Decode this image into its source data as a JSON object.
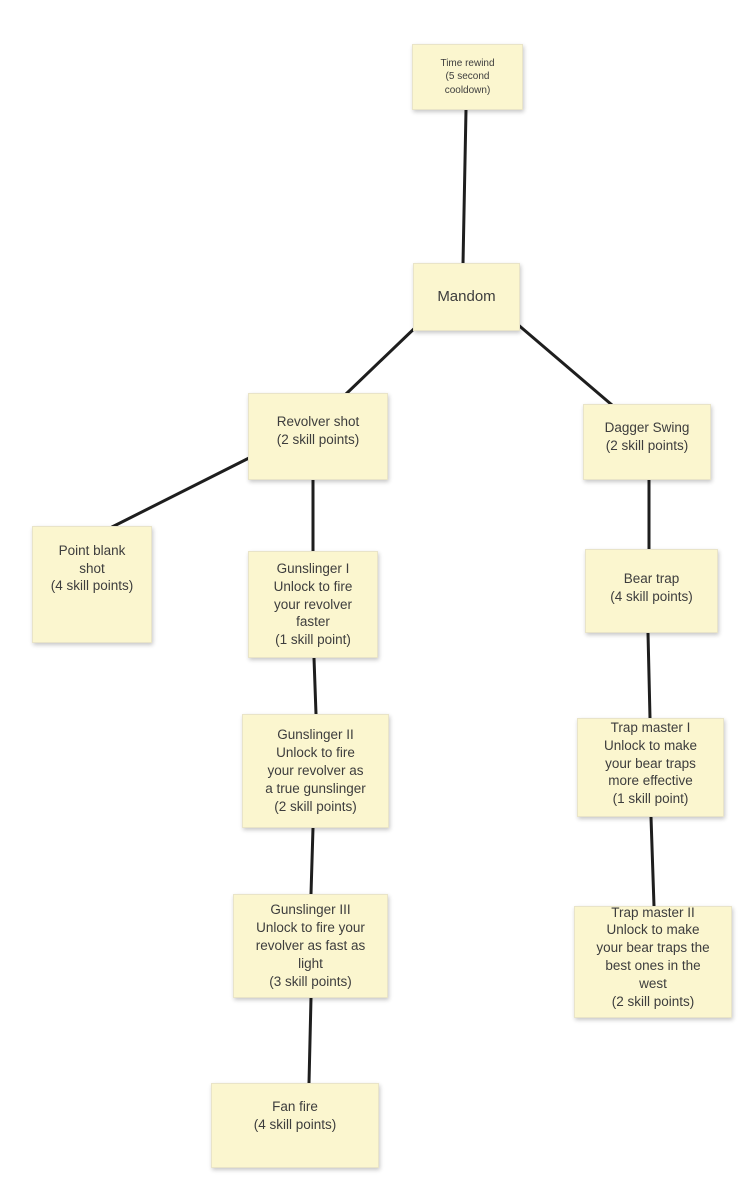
{
  "colors": {
    "background": "#ffffff",
    "node_fill": "#fbf6cf",
    "node_border": "#e9e4c8",
    "edge": "#1e1e1e",
    "text": "#3d3d3d"
  },
  "nodes": {
    "time_rewind": {
      "text": "Time rewind\n(5 second\ncooldown)"
    },
    "mandom": {
      "text": "Mandom"
    },
    "revolver_shot": {
      "text": "Revolver shot\n(2 skill points)"
    },
    "dagger_swing": {
      "text": "Dagger Swing\n(2 skill points)"
    },
    "point_blank": {
      "text": "Point blank\nshot\n(4 skill points)"
    },
    "gunslinger_1": {
      "text": "Gunslinger I\nUnlock to fire\nyour revolver\nfaster\n(1 skill point)"
    },
    "bear_trap": {
      "text": "Bear trap\n(4 skill points)"
    },
    "gunslinger_2": {
      "text": "Gunslinger II\nUnlock to fire\nyour revolver as\na true gunslinger\n(2 skill points)"
    },
    "trap_master_1": {
      "text": "Trap master I\nUnlock to make\nyour bear traps\nmore effective\n(1 skill point)"
    },
    "gunslinger_3": {
      "text": "Gunslinger III\nUnlock to fire your\nrevolver as fast as\nlight\n(3 skill points)"
    },
    "trap_master_2": {
      "text": "Trap master II\nUnlock to make\nyour bear traps the\nbest ones in the\nwest\n(2 skill points)"
    },
    "fan_fire": {
      "text": "Fan fire\n(4 skill points)"
    }
  },
  "edges": [
    {
      "from": "time_rewind",
      "to": "mandom"
    },
    {
      "from": "mandom",
      "to": "revolver_shot"
    },
    {
      "from": "mandom",
      "to": "dagger_swing"
    },
    {
      "from": "revolver_shot",
      "to": "point_blank"
    },
    {
      "from": "revolver_shot",
      "to": "gunslinger_1"
    },
    {
      "from": "gunslinger_1",
      "to": "gunslinger_2"
    },
    {
      "from": "gunslinger_2",
      "to": "gunslinger_3"
    },
    {
      "from": "gunslinger_3",
      "to": "fan_fire"
    },
    {
      "from": "dagger_swing",
      "to": "bear_trap"
    },
    {
      "from": "bear_trap",
      "to": "trap_master_1"
    },
    {
      "from": "trap_master_1",
      "to": "trap_master_2"
    }
  ]
}
